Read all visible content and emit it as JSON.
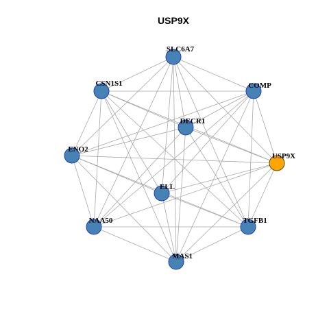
{
  "title": "USP9X",
  "colors": {
    "node_default": "#4682b4",
    "node_stroke_default": "#1f3fbf",
    "node_highlight": "#ffa500",
    "node_stroke_highlight": "#5a4a00",
    "edge": "#a8a8a8"
  },
  "highlight_node": "USP9X",
  "nodes": [
    {
      "id": "SLC6A7",
      "label": "SLC6A7"
    },
    {
      "id": "CSN1S1",
      "label": "CSN1S1"
    },
    {
      "id": "COMP",
      "label": "COMP"
    },
    {
      "id": "DECR1",
      "label": "DECR1"
    },
    {
      "id": "ENO2",
      "label": "ENO2"
    },
    {
      "id": "USP9X",
      "label": "USP9X"
    },
    {
      "id": "ELL",
      "label": "ELL"
    },
    {
      "id": "NAA50",
      "label": "NAA50"
    },
    {
      "id": "TGFB1",
      "label": "TGFB1"
    },
    {
      "id": "MAS1",
      "label": "MAS1"
    }
  ],
  "edges": [
    [
      "SLC6A7",
      "CSN1S1"
    ],
    [
      "SLC6A7",
      "COMP"
    ],
    [
      "SLC6A7",
      "DECR1"
    ],
    [
      "SLC6A7",
      "ENO2"
    ],
    [
      "SLC6A7",
      "USP9X"
    ],
    [
      "SLC6A7",
      "ELL"
    ],
    [
      "SLC6A7",
      "NAA50"
    ],
    [
      "SLC6A7",
      "TGFB1"
    ],
    [
      "SLC6A7",
      "MAS1"
    ],
    [
      "CSN1S1",
      "COMP"
    ],
    [
      "CSN1S1",
      "DECR1"
    ],
    [
      "CSN1S1",
      "ENO2"
    ],
    [
      "CSN1S1",
      "USP9X"
    ],
    [
      "CSN1S1",
      "ELL"
    ],
    [
      "CSN1S1",
      "NAA50"
    ],
    [
      "CSN1S1",
      "TGFB1"
    ],
    [
      "CSN1S1",
      "MAS1"
    ],
    [
      "COMP",
      "DECR1"
    ],
    [
      "COMP",
      "ENO2"
    ],
    [
      "COMP",
      "USP9X"
    ],
    [
      "COMP",
      "ELL"
    ],
    [
      "COMP",
      "NAA50"
    ],
    [
      "COMP",
      "TGFB1"
    ],
    [
      "COMP",
      "MAS1"
    ],
    [
      "DECR1",
      "ENO2"
    ],
    [
      "DECR1",
      "USP9X"
    ],
    [
      "DECR1",
      "NAA50"
    ],
    [
      "DECR1",
      "TGFB1"
    ],
    [
      "DECR1",
      "MAS1"
    ],
    [
      "ENO2",
      "USP9X"
    ],
    [
      "ENO2",
      "ELL"
    ],
    [
      "ENO2",
      "NAA50"
    ],
    [
      "ENO2",
      "TGFB1"
    ],
    [
      "ENO2",
      "MAS1"
    ],
    [
      "USP9X",
      "ELL"
    ],
    [
      "USP9X",
      "NAA50"
    ],
    [
      "USP9X",
      "TGFB1"
    ],
    [
      "USP9X",
      "MAS1"
    ],
    [
      "ELL",
      "TGFB1"
    ],
    [
      "ELL",
      "MAS1"
    ],
    [
      "NAA50",
      "TGFB1"
    ],
    [
      "NAA50",
      "MAS1"
    ],
    [
      "TGFB1",
      "MAS1"
    ]
  ]
}
